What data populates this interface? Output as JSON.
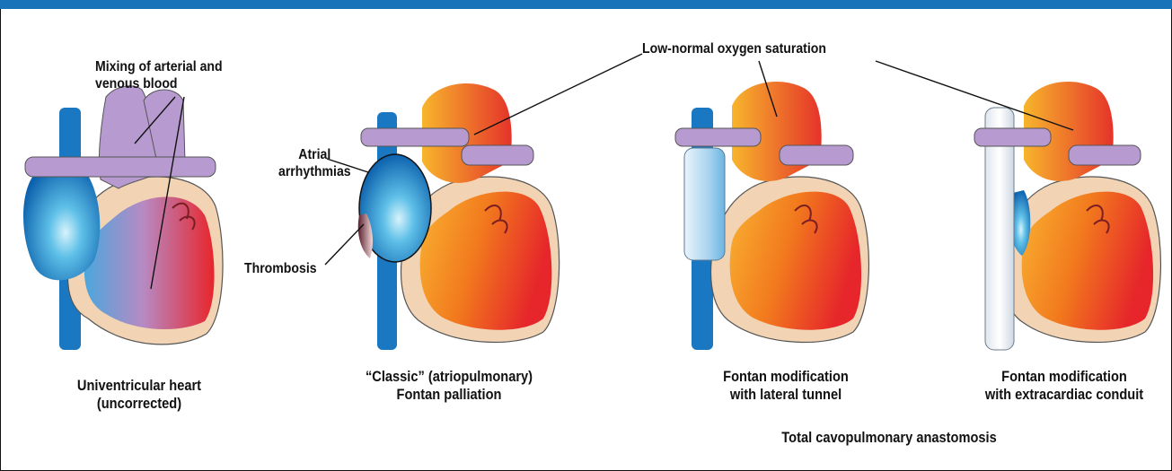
{
  "annotations": {
    "mixing": "Mixing of arterial and\nvenous blood",
    "oxygen": "Low-normal oxygen saturation",
    "arrhythmias": "Atrial\narrhythmias",
    "thrombosis": "Thrombosis",
    "total_cavopulmonary": "Total cavopulmonary anastomosis"
  },
  "panels": [
    {
      "caption": "Univentricular heart\n(uncorrected)"
    },
    {
      "caption": "“Classic” (atriopulmonary)\nFontan palliation"
    },
    {
      "caption": "Fontan modification\nwith lateral tunnel"
    },
    {
      "caption": "Fontan modification\nwith extracardiac conduit"
    }
  ],
  "colors": {
    "header_bar": "#1873b8",
    "venous_blue": "#1e7fc4",
    "pulmonary_purple": "#b79ad0",
    "systemic_red": "#e8332a",
    "systemic_orange": "#f7941d",
    "pericardium_tan": "#f2d4b4",
    "conduit_white": "#eef2f6"
  }
}
